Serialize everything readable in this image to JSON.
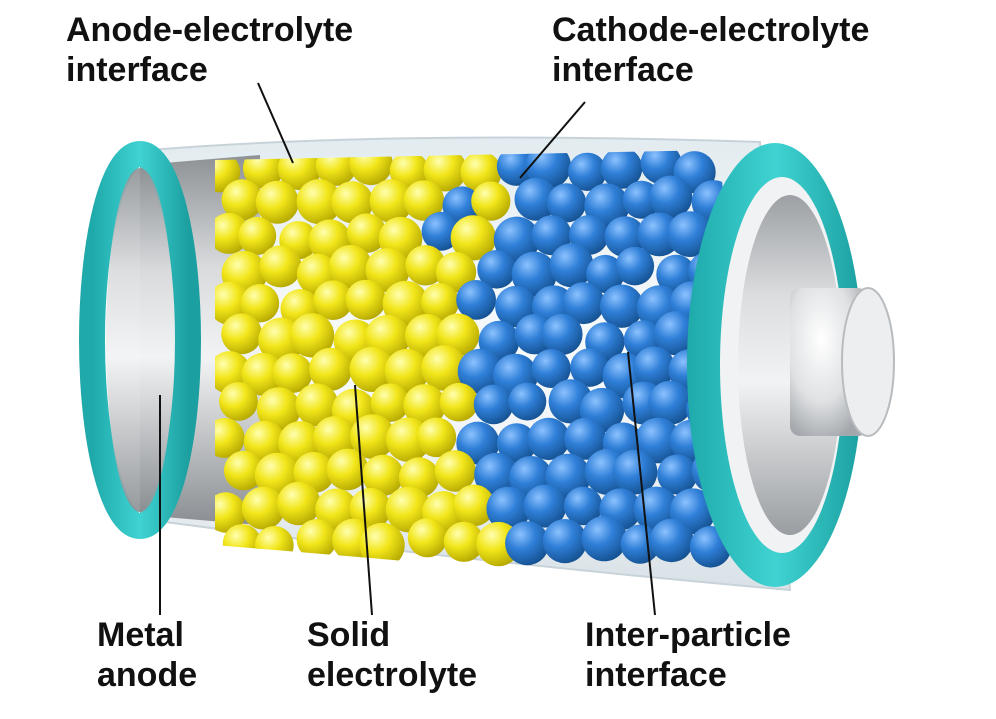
{
  "labels": {
    "anode_electrolyte": {
      "line1": "Anode-electrolyte",
      "line2": "interface"
    },
    "cathode_electrolyte": {
      "line1": "Cathode-electrolyte",
      "line2": "interface"
    },
    "metal_anode": {
      "line1": "Metal",
      "line2": "anode"
    },
    "solid_electrolyte": {
      "line1": "Solid",
      "line2": "electrolyte"
    },
    "inter_particle": {
      "line1": "Inter-particle",
      "line2": "interface"
    }
  },
  "colors": {
    "cap_ring": "#2cc4c4",
    "metal": "#b9bcc0",
    "electrolyte_particle": "#f0e614",
    "cathode_particle": "#2e7fd6",
    "casing": "#e7eef2"
  }
}
